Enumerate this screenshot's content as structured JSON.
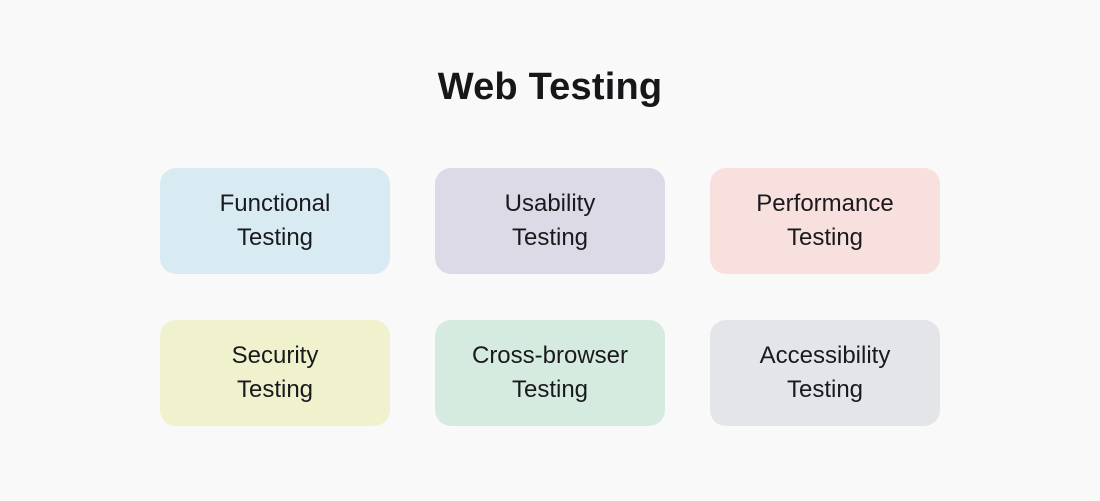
{
  "page": {
    "title": "Web Testing",
    "background_color": "#f9f9f9",
    "title_color": "#17171a",
    "card_text_color": "#1a1a1e"
  },
  "cards": [
    {
      "id": "functional-testing",
      "label": "Functional\nTesting",
      "bg": "#d9ebf2"
    },
    {
      "id": "usability-testing",
      "label": "Usability\nTesting",
      "bg": "#dcdae6"
    },
    {
      "id": "performance-testing",
      "label": "Performance\nTesting",
      "bg": "#f7e0dd"
    },
    {
      "id": "security-testing",
      "label": "Security\nTesting",
      "bg": "#f0f1cd"
    },
    {
      "id": "cross-browser-testing",
      "label": "Cross-browser\nTesting",
      "bg": "#d5ebe0"
    },
    {
      "id": "accessibility-testing",
      "label": "Accessibility\nTesting",
      "bg": "#e3e5e9"
    }
  ]
}
